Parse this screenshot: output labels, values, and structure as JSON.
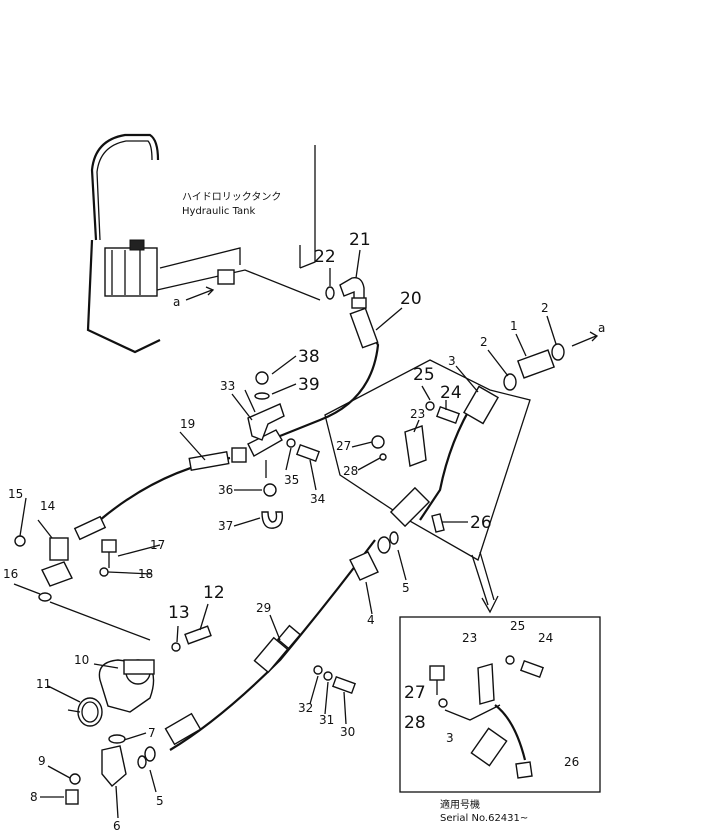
{
  "tank": {
    "label_jp": "ハイドロリックタンク",
    "label_en": "Hydraulic Tank"
  },
  "arrow_markers": [
    "a",
    "a"
  ],
  "part_numbers": {
    "p1": "1",
    "p2a": "2",
    "p2b": "2",
    "p3": "3",
    "p4": "4",
    "p5a": "5",
    "p5b": "5",
    "p6": "6",
    "p7": "7",
    "p8": "8",
    "p9": "9",
    "p10": "10",
    "p11": "11",
    "p12": "12",
    "p13": "13",
    "p14": "14",
    "p15": "15",
    "p16": "16",
    "p17": "17",
    "p18": "18",
    "p19": "19",
    "p20": "20",
    "p21": "21",
    "p22": "22",
    "p23": "23",
    "p24": "24",
    "p25": "25",
    "p26": "26",
    "p27": "27",
    "p28": "28",
    "p29": "29",
    "p30": "30",
    "p31": "31",
    "p32": "32",
    "p33": "33",
    "p34": "34",
    "p35": "35",
    "p36": "36",
    "p37": "37",
    "p38": "38",
    "p39": "39"
  },
  "inset": {
    "p23": "23",
    "p24": "24",
    "p25": "25",
    "p26": "26",
    "p27": "27",
    "p28": "28",
    "p3": "3",
    "serial_jp": "適用号機",
    "serial": "Serial No.62431~"
  }
}
